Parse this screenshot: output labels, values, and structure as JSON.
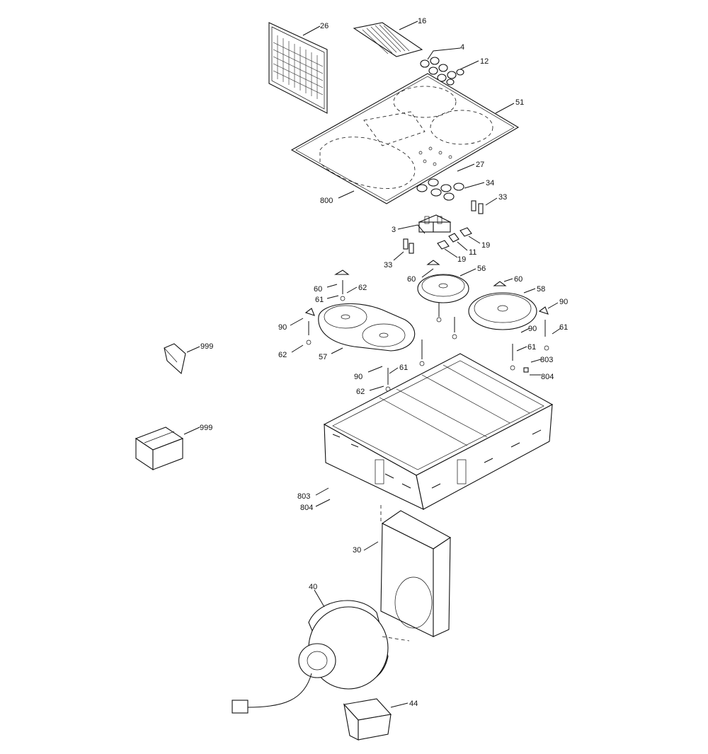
{
  "diagram": {
    "callouts": [
      {
        "id": "c-26a",
        "text": "26"
      },
      {
        "id": "c-16",
        "text": "16"
      },
      {
        "id": "c-4",
        "text": "4"
      },
      {
        "id": "c-12",
        "text": "12"
      },
      {
        "id": "c-51",
        "text": "51"
      },
      {
        "id": "c-27",
        "text": "27"
      },
      {
        "id": "c-34",
        "text": "34"
      },
      {
        "id": "c-33a",
        "text": "33"
      },
      {
        "id": "c-800",
        "text": "800"
      },
      {
        "id": "c-3",
        "text": "3"
      },
      {
        "id": "c-19a",
        "text": "19"
      },
      {
        "id": "c-11",
        "text": "11"
      },
      {
        "id": "c-19b",
        "text": "19"
      },
      {
        "id": "c-33b",
        "text": "33"
      },
      {
        "id": "c-56",
        "text": "56"
      },
      {
        "id": "c-60a",
        "text": "60"
      },
      {
        "id": "c-60b",
        "text": "60"
      },
      {
        "id": "c-58",
        "text": "58"
      },
      {
        "id": "c-60c",
        "text": "60"
      },
      {
        "id": "c-62a",
        "text": "62"
      },
      {
        "id": "c-61a",
        "text": "61"
      },
      {
        "id": "c-90a",
        "text": "90"
      },
      {
        "id": "c-90b",
        "text": "90"
      },
      {
        "id": "c-90c",
        "text": "90"
      },
      {
        "id": "c-61b",
        "text": "61"
      },
      {
        "id": "c-61c",
        "text": "61"
      },
      {
        "id": "c-62b",
        "text": "62"
      },
      {
        "id": "c-57",
        "text": "57"
      },
      {
        "id": "c-803a",
        "text": "803"
      },
      {
        "id": "c-804a",
        "text": "804"
      },
      {
        "id": "c-999a",
        "text": "999"
      },
      {
        "id": "c-90d",
        "text": "90"
      },
      {
        "id": "c-61d",
        "text": "61"
      },
      {
        "id": "c-62c",
        "text": "62"
      },
      {
        "id": "c-999b",
        "text": "999"
      },
      {
        "id": "c-803b",
        "text": "803"
      },
      {
        "id": "c-804b",
        "text": "804"
      },
      {
        "id": "c-30",
        "text": "30"
      },
      {
        "id": "c-40",
        "text": "40"
      },
      {
        "id": "c-44",
        "text": "44"
      }
    ]
  }
}
